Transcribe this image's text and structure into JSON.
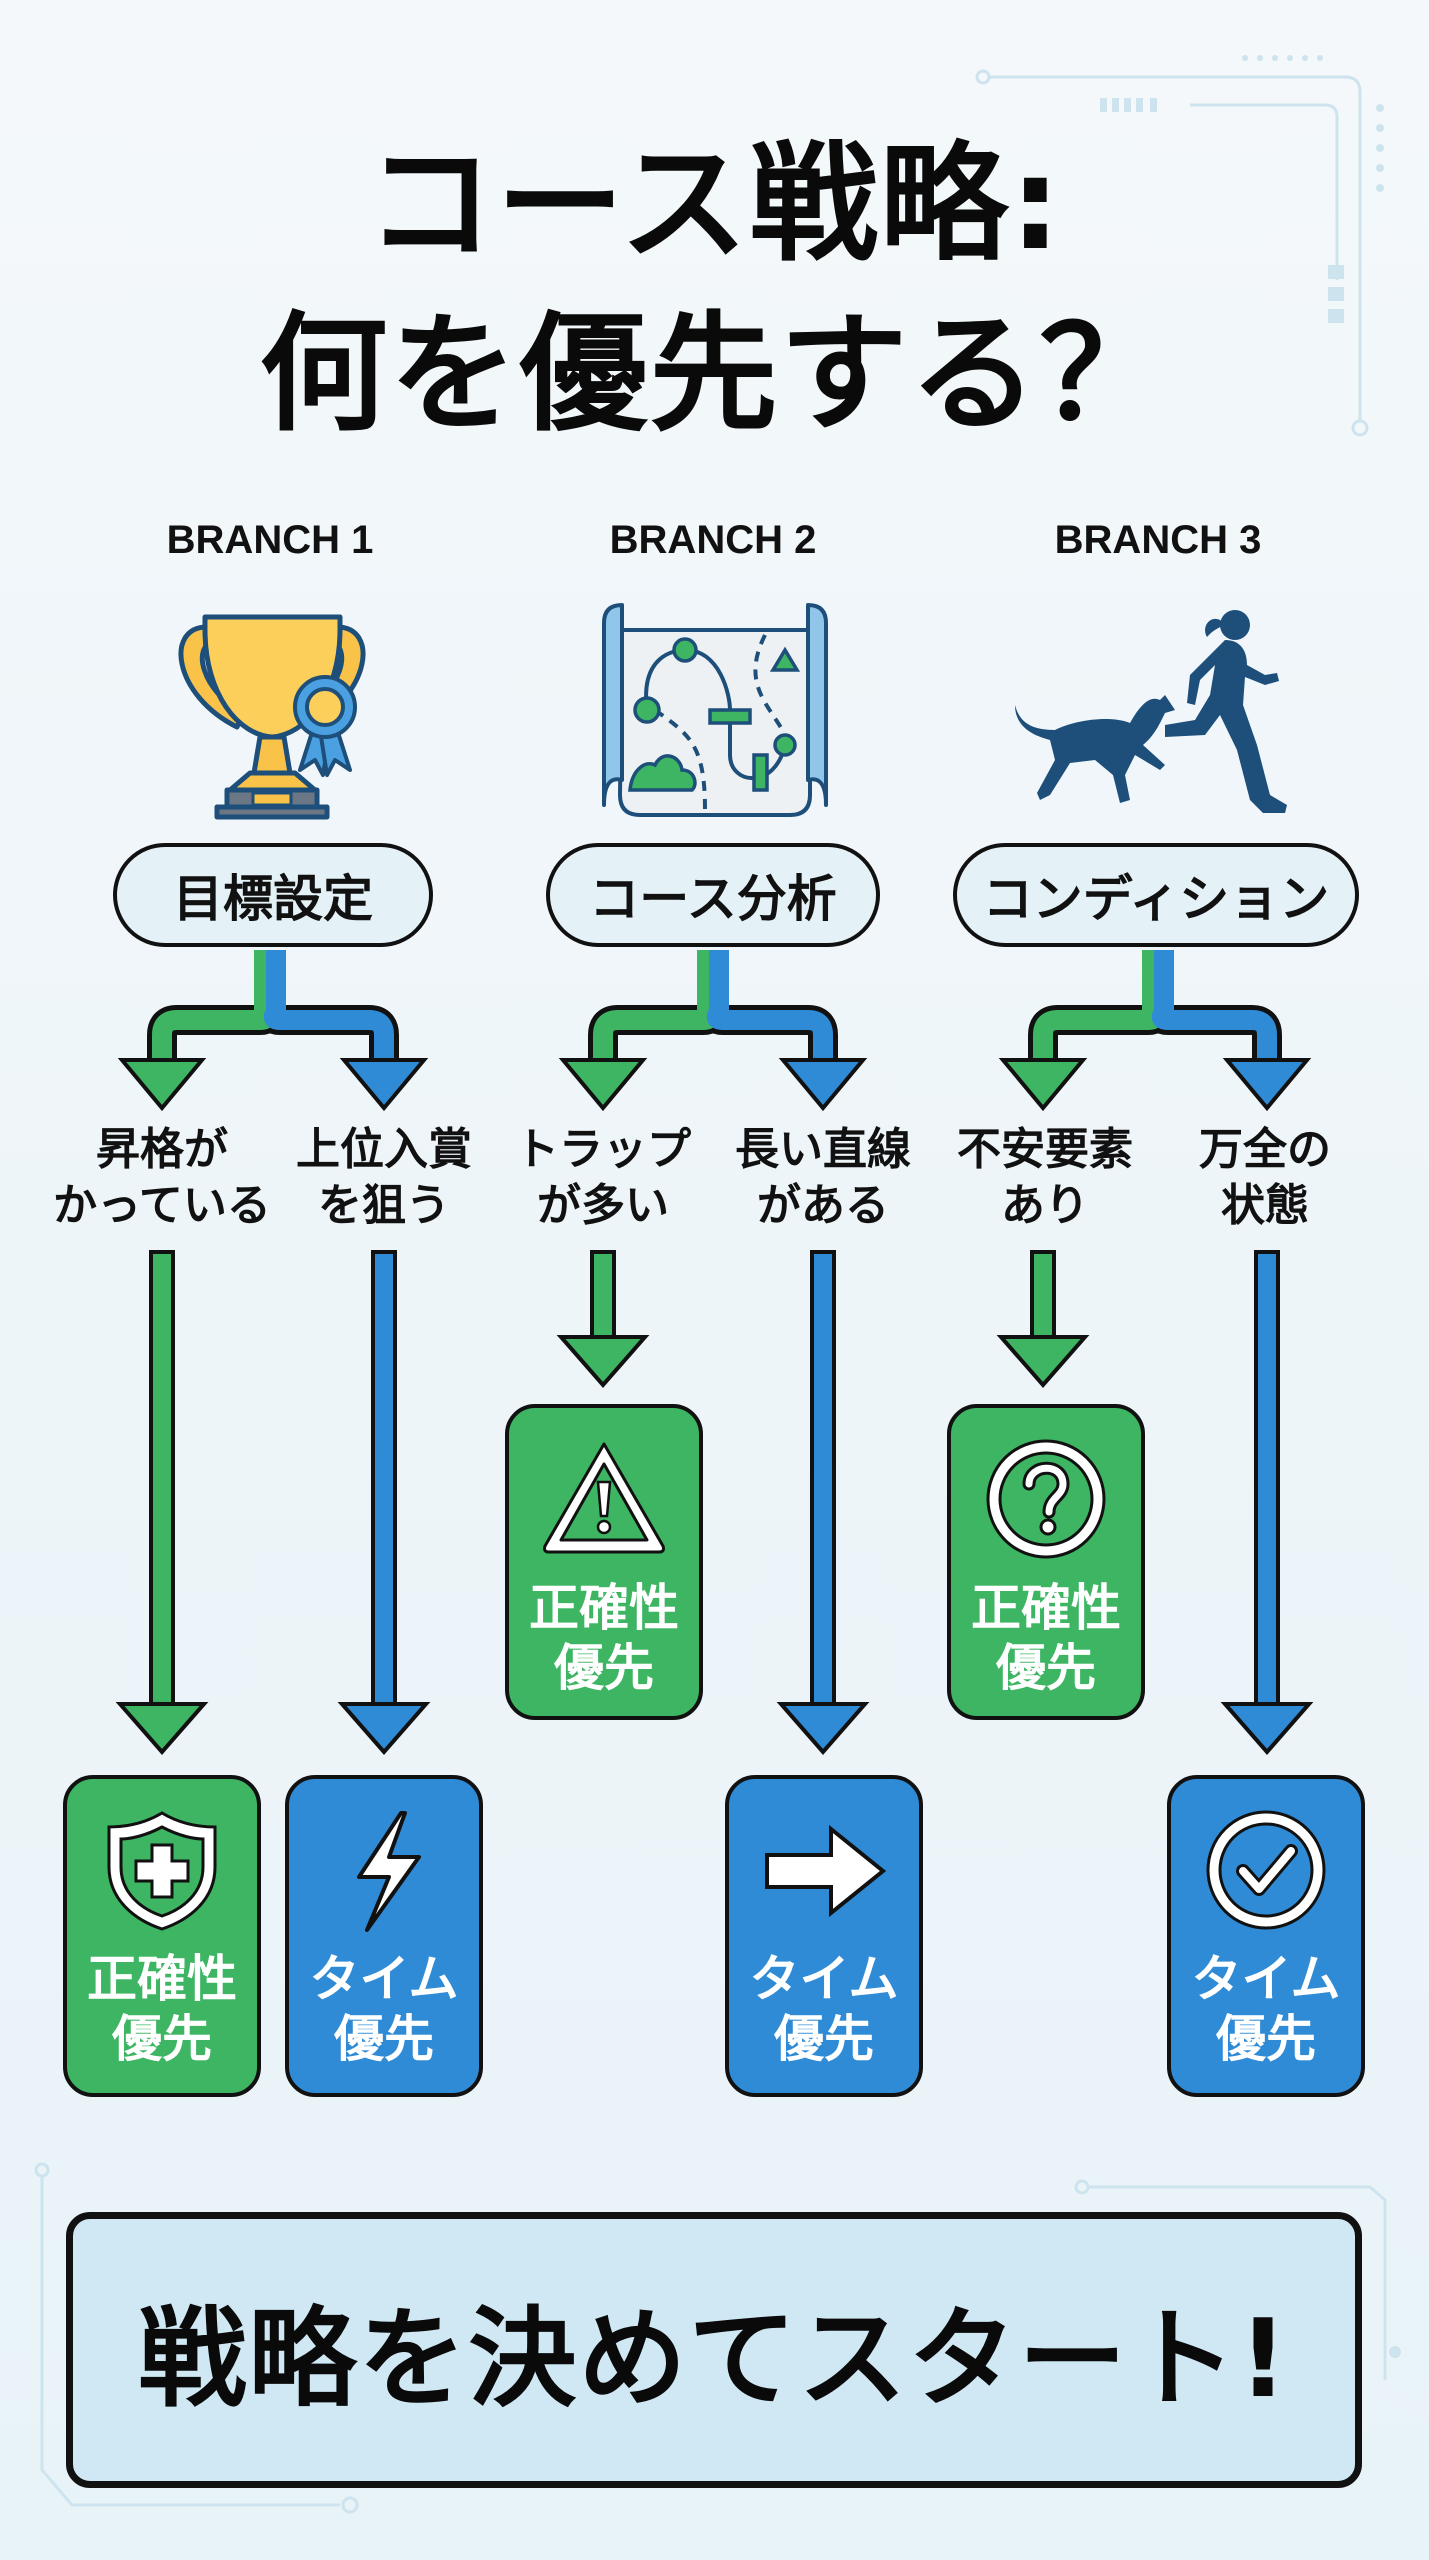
{
  "title": {
    "line1": "コース戦略:",
    "line2": "何を優先する？"
  },
  "colors": {
    "green": "#3db563",
    "blue": "#2f8bd6",
    "outline": "#111111",
    "pill_fill": "#e4f1f7",
    "banner_fill": "#cfe8f4",
    "trophy_gold": "#f9c34a",
    "navy": "#1d4f7a"
  },
  "branches": [
    {
      "label": "BRANCH 1",
      "illustration": "trophy-with-ribbon-icon",
      "topic": "目標設定",
      "options": [
        {
          "condition_line1": "昇格が",
          "condition_line2": "かっている",
          "result_line1": "正確性",
          "result_line2": "優先",
          "result_color": "green",
          "result_icon": "shield-plus-icon"
        },
        {
          "condition_line1": "上位入賞",
          "condition_line2": "を狙う",
          "result_line1": "タイム",
          "result_line2": "優先",
          "result_color": "blue",
          "result_icon": "lightning-bolt-icon"
        }
      ]
    },
    {
      "label": "BRANCH 2",
      "illustration": "course-map-icon",
      "topic": "コース分析",
      "options": [
        {
          "condition_line1": "トラップ",
          "condition_line2": "が多い",
          "result_line1": "正確性",
          "result_line2": "優先",
          "result_color": "green",
          "result_icon": "warning-triangle-icon"
        },
        {
          "condition_line1": "長い直線",
          "condition_line2": "がある",
          "result_line1": "タイム",
          "result_line2": "優先",
          "result_color": "blue",
          "result_icon": "arrow-right-icon"
        }
      ]
    },
    {
      "label": "BRANCH 3",
      "illustration": "runner-with-dog-icon",
      "topic": "コンディション",
      "options": [
        {
          "condition_line1": "不安要素",
          "condition_line2": "あり",
          "result_line1": "正確性",
          "result_line2": "優先",
          "result_color": "green",
          "result_icon": "question-circle-icon"
        },
        {
          "condition_line1": "万全の",
          "condition_line2": "状態",
          "result_line1": "タイム",
          "result_line2": "優先",
          "result_color": "blue",
          "result_icon": "check-circle-icon"
        }
      ]
    }
  ],
  "footer": {
    "banner_text": "戦略を決めてスタート!"
  }
}
